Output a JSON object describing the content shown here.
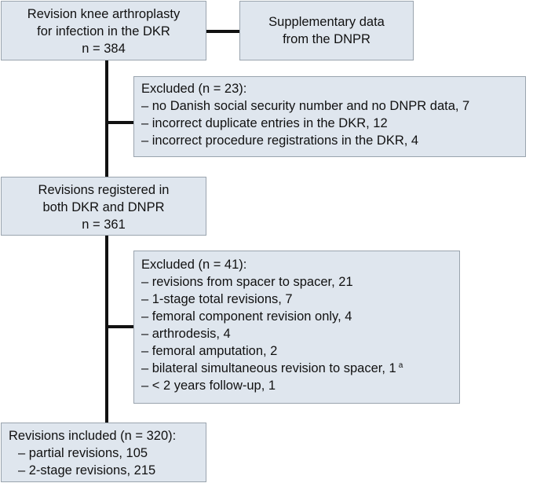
{
  "boxes": {
    "start": [
      "Revision knee arthroplasty",
      "for infection in the DKR",
      "n = 384"
    ],
    "supplementary": [
      "Supplementary data",
      "from the DNPR"
    ],
    "excluded1": {
      "title": "Excluded (n = 23):",
      "items": [
        "– no Danish social security number and no DNPR data, 7",
        "– incorrect duplicate entries in the DKR, 12",
        "– incorrect procedure registrations in the DKR, 4"
      ]
    },
    "registered": [
      "Revisions registered in",
      "both DKR and DNPR",
      "n = 361"
    ],
    "excluded2": {
      "title": "Excluded (n = 41):",
      "items": [
        "– revisions from spacer to spacer, 21",
        "– 1-stage total revisions, 7",
        "– femoral component revision only, 4",
        "– arthrodesis, 4",
        "– femoral amputation, 2",
        "– bilateral simultaneous revision to spacer, 1",
        "– < 2 years follow-up, 1"
      ],
      "footnote_mark": "a"
    },
    "included": {
      "title": "Revisions included (n = 320):",
      "items": [
        "– partial revisions, 105",
        "– 2-stage revisions, 215"
      ]
    }
  }
}
